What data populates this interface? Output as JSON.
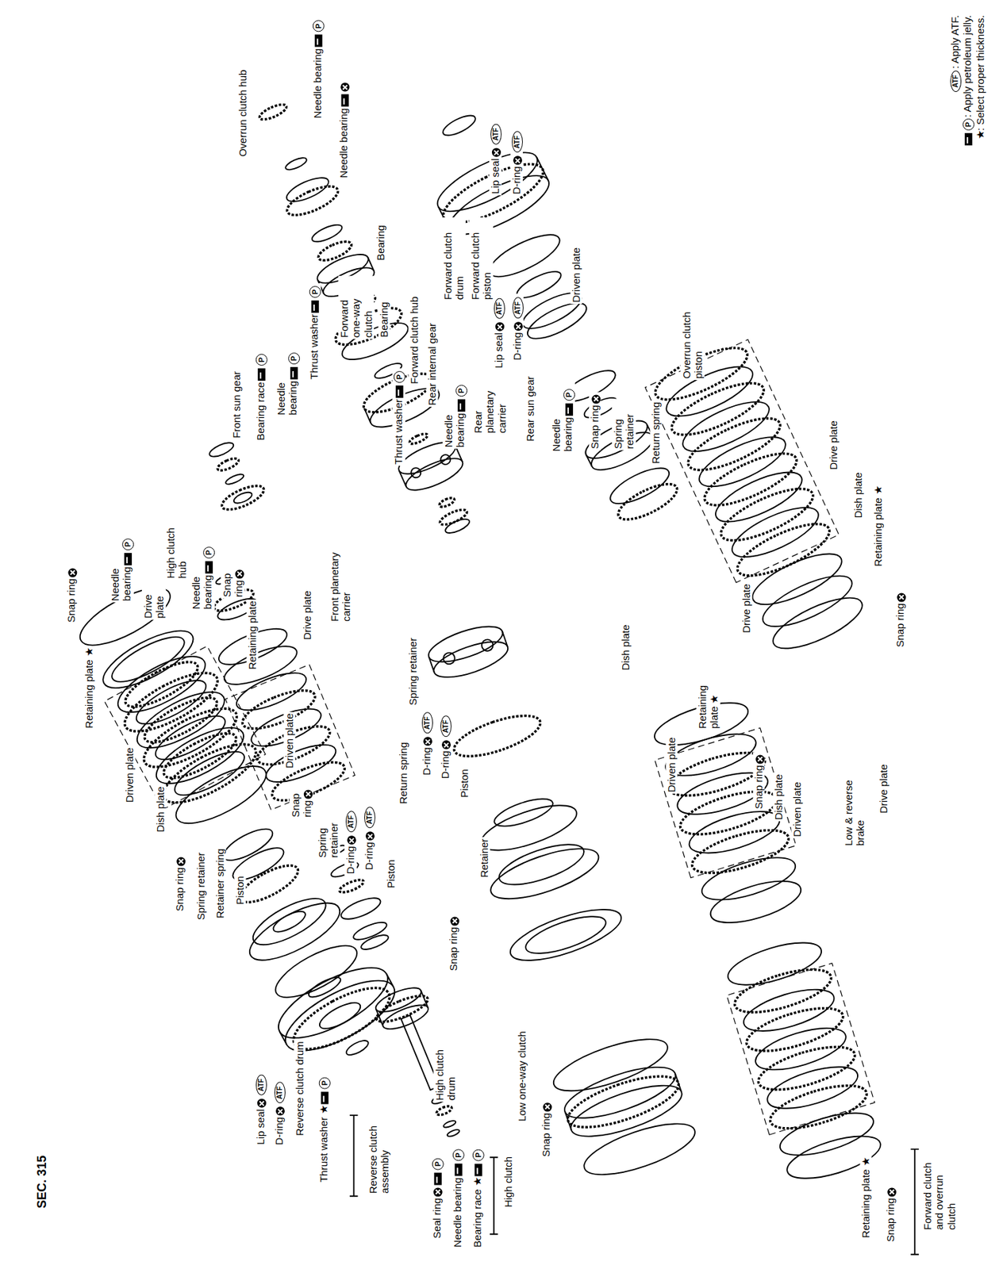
{
  "diagram": {
    "title": "SEC. 315",
    "labels": [
      "Reverse clutch assembly",
      "Thrust washer ★",
      "P",
      "Reverse clutch drum",
      "D-ring",
      "ATF",
      "Lip seal",
      "ATF",
      "Piston",
      "Retainer spring",
      "Spring retainer",
      "Snap ring",
      "Dish plate",
      "Driven plate",
      "Retaining plate ★",
      "Snap ring",
      "Needle bearing",
      "P",
      "Drive plate",
      "High clutch hub",
      "Needle bearing",
      "P",
      "Snap ring",
      "Retaining plate",
      "Drive plate",
      "Front planetary carrier",
      "Driven plate",
      "Snap ring",
      "Spring retainer",
      "D-ring",
      "ATF",
      "D-ring",
      "ATF",
      "Piston",
      "Return spring",
      "High clutch drum",
      "Seal ring",
      "P",
      "Needle bearing",
      "P",
      "Bearing race ★",
      "P",
      "High clutch",
      "Low one-way clutch",
      "Snap ring",
      "Snap ring",
      "Retainer",
      "Piston",
      "D-ring",
      "ATF",
      "D-ring",
      "ATF",
      "Spring retainer",
      "Front sun gear",
      "Bearing race",
      "P",
      "Needle bearing",
      "P",
      "Thrust washer",
      "P",
      "Overrun clutch hub",
      "Needle bearing",
      "P",
      "Needle bearing",
      "Forward one-way clutch",
      "Bearing",
      "Bearing",
      "Thrust washer",
      "P",
      "Forward clutch hub",
      "Rear internal gear",
      "Needle bearing",
      "P",
      "Rear planetary carrier",
      "Rear sun gear",
      "Needle bearing",
      "P",
      "Snap ring",
      "Spring retainer",
      "Return spring",
      "Overrun clutch piston",
      "Lip seal",
      "ATF",
      "D-ring",
      "ATF",
      "Forward clutch drum",
      "Forward clutch piston",
      "Lip seal",
      "ATF",
      "D-ring",
      "ATF",
      "Driven plate",
      "Drive plate",
      "Dish plate",
      "Retaining plate ★",
      "Snap ring",
      "Drive plate",
      "Dish plate",
      "Retaining plate ★",
      "Driven plate",
      "Snap ring",
      "Dish plate",
      "Driven plate",
      "Low & reverse brake",
      "Drive plate",
      "Retaining plate ★",
      "Snap ring",
      "Forward clutch and overrun clutch",
      "ATF",
      "P",
      "★"
    ],
    "legend": [
      {
        "text": ": Apply ATF."
      },
      {
        "text": ": Apply petroleum jelly."
      },
      {
        "text": ": Select proper thickness."
      }
    ]
  }
}
